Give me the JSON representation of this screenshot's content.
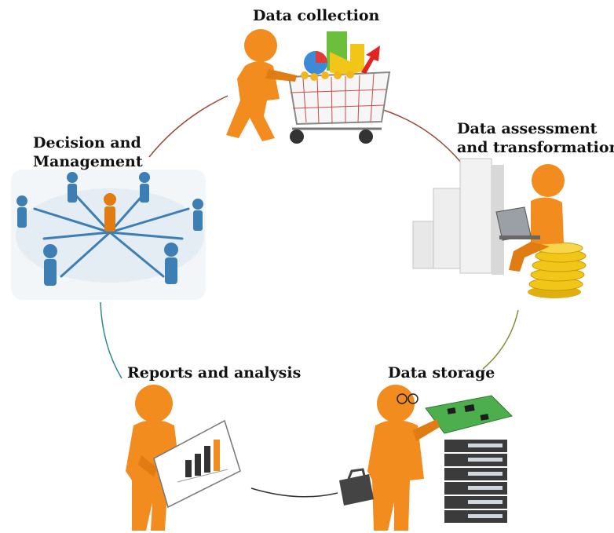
{
  "stages": {
    "collection": {
      "label": "Data collection"
    },
    "assessment": {
      "line1": "Data assessment",
      "line2": "and transformation"
    },
    "storage": {
      "label": "Data storage"
    },
    "reports": {
      "label": "Reports and analysis"
    },
    "decision": {
      "line1": "Decision and",
      "line2": "Management"
    }
  },
  "colors": {
    "figure_orange": "#f28c1e",
    "figure_dark": "#c8620a",
    "network_blue": "#3d7fb4",
    "coin_gold": "#f2c619",
    "connector_brown": "#9b4a3a",
    "connector_teal": "#2e8a8a",
    "connector_olive": "#8a8a3a"
  }
}
